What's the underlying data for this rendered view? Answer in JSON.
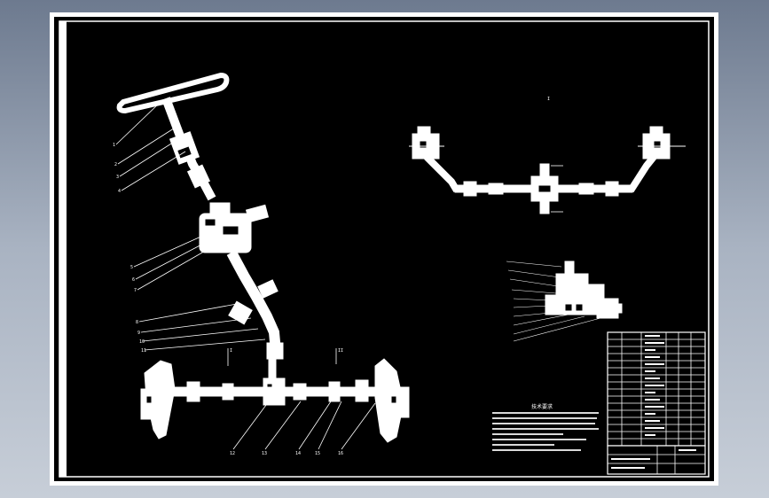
{
  "drawing": {
    "balloon_labels": {
      "steering_col": [
        "1",
        "2",
        "3",
        "4"
      ],
      "middle": [
        "5",
        "6",
        "7"
      ],
      "lower": [
        "8",
        "9",
        "10",
        "11"
      ],
      "bottom": [
        "12",
        "13",
        "14",
        "15",
        "16"
      ]
    },
    "center_marks": [
      "I",
      "II"
    ],
    "top_view_mark": "I",
    "tech_notes": {
      "heading": "技术要求",
      "lines": [
        "",
        "",
        "",
        "",
        "",
        "",
        ""
      ]
    },
    "title_block": {
      "name": "",
      "drawing_no": "",
      "scale": ""
    }
  }
}
